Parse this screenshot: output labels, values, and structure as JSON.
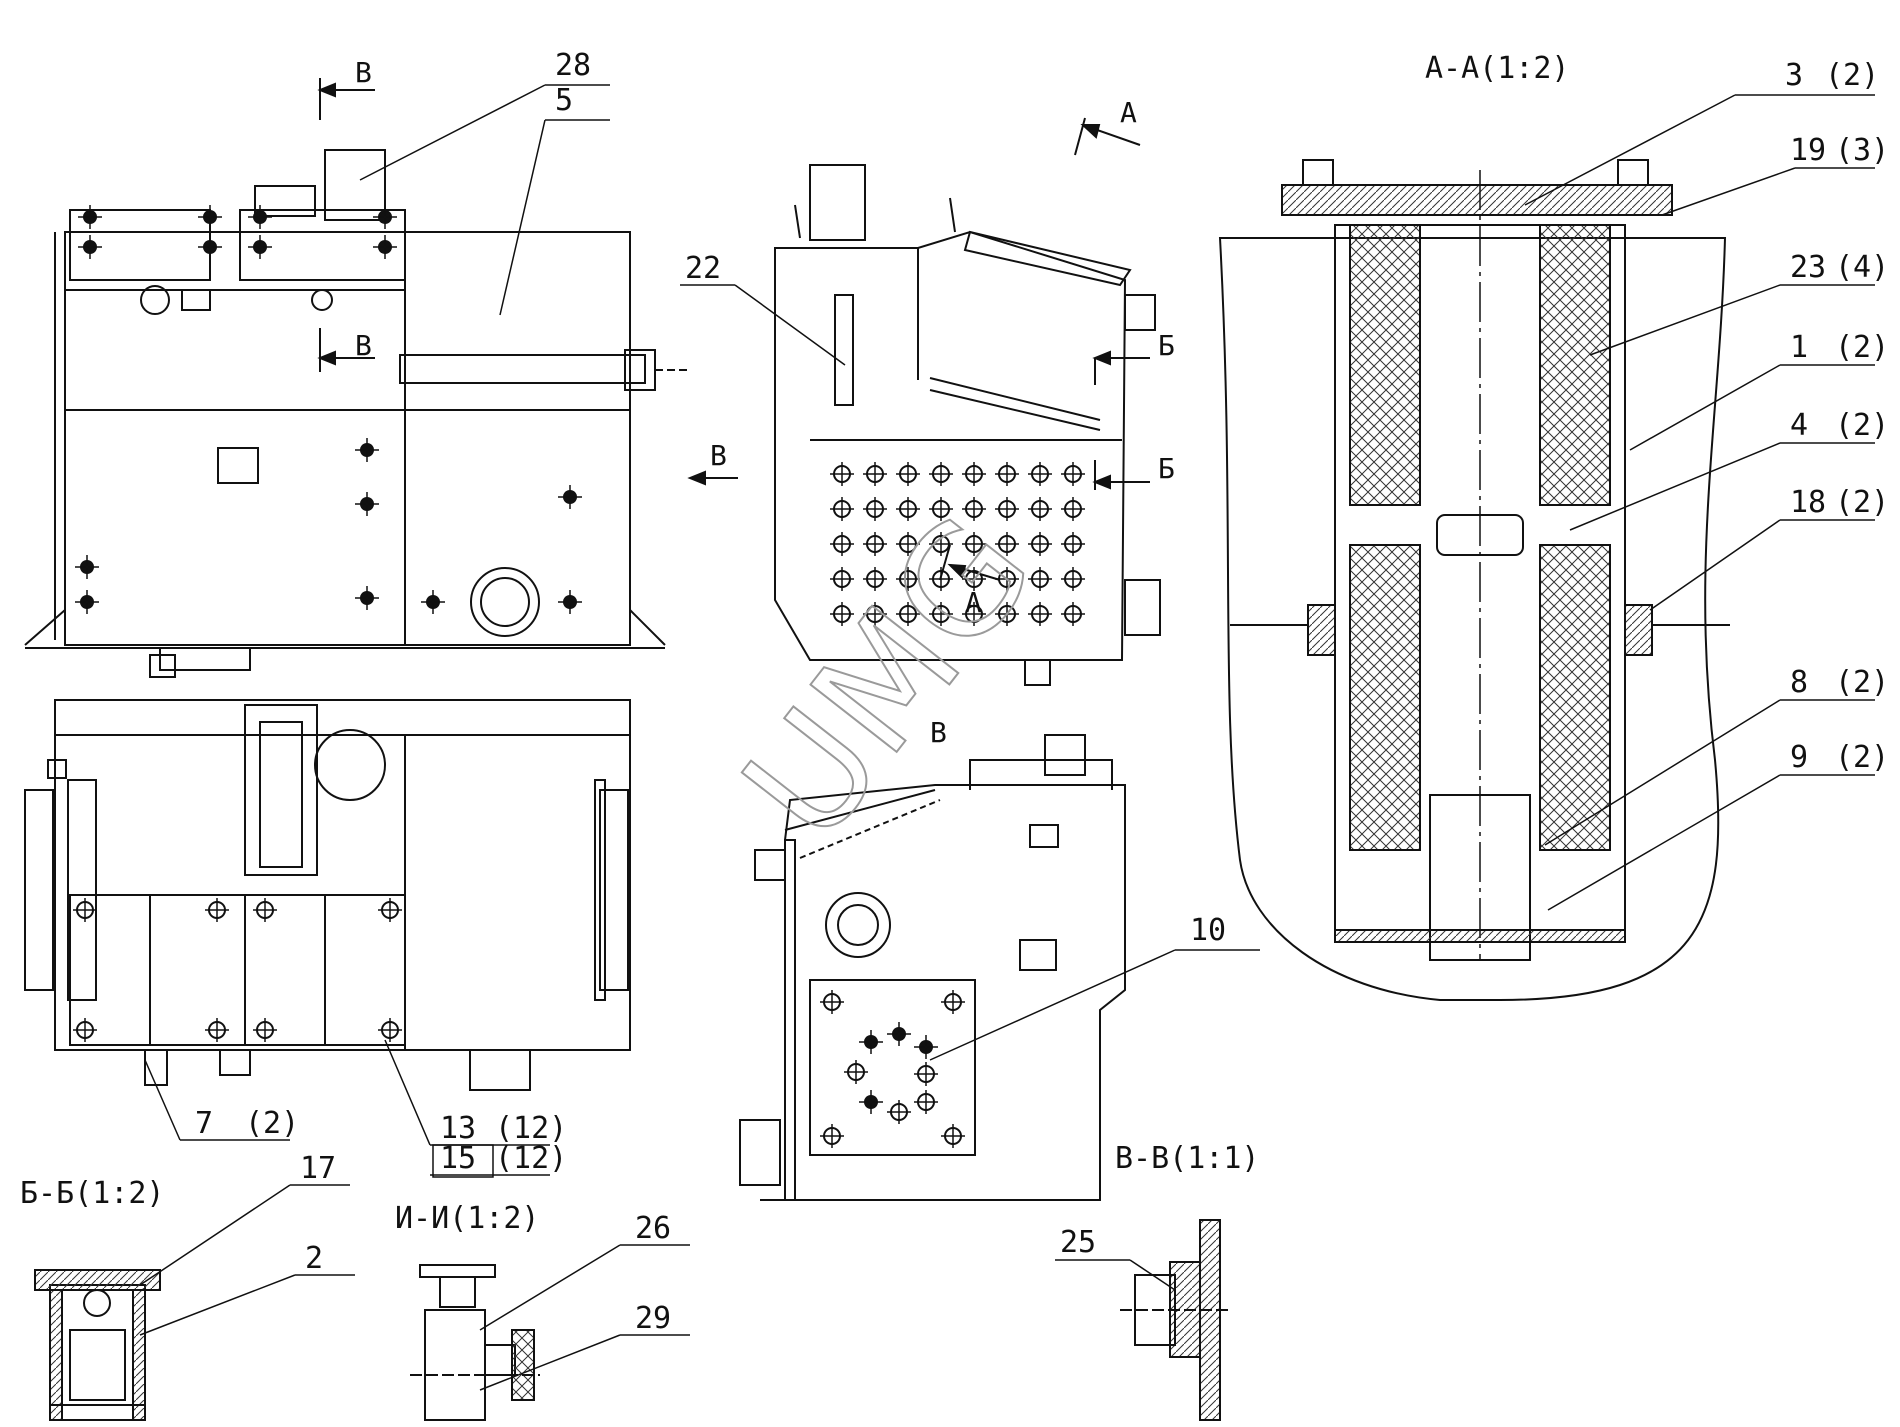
{
  "watermark": "UMG",
  "section_titles": {
    "aa": "А-А(1:2)",
    "bb": "Б-Б(1:2)",
    "ii": "И-И(1:2)",
    "vv": "В-В(1:1)"
  },
  "view_arrows": {
    "v": "В",
    "b": "Б",
    "a": "А"
  },
  "callouts": {
    "c28": "28",
    "c5": "5",
    "c22": "22",
    "c10": "10",
    "c7": "7",
    "c7q": "(2)",
    "c13": "13",
    "c13q": "(12)",
    "c15": "15",
    "c15q": "(12)",
    "c17": "17",
    "c2": "2",
    "c26": "26",
    "c29": "29",
    "c25": "25",
    "c3": "3",
    "c3q": "(2)",
    "c19": "19",
    "c19q": "(3)",
    "c23": "23",
    "c23q": "(4)",
    "c1": "1",
    "c1q": "(2)",
    "c4": "4",
    "c4q": "(2)",
    "c18": "18",
    "c18q": "(2)",
    "c8": "8",
    "c8q": "(2)",
    "c9": "9",
    "c9q": "(2)"
  }
}
